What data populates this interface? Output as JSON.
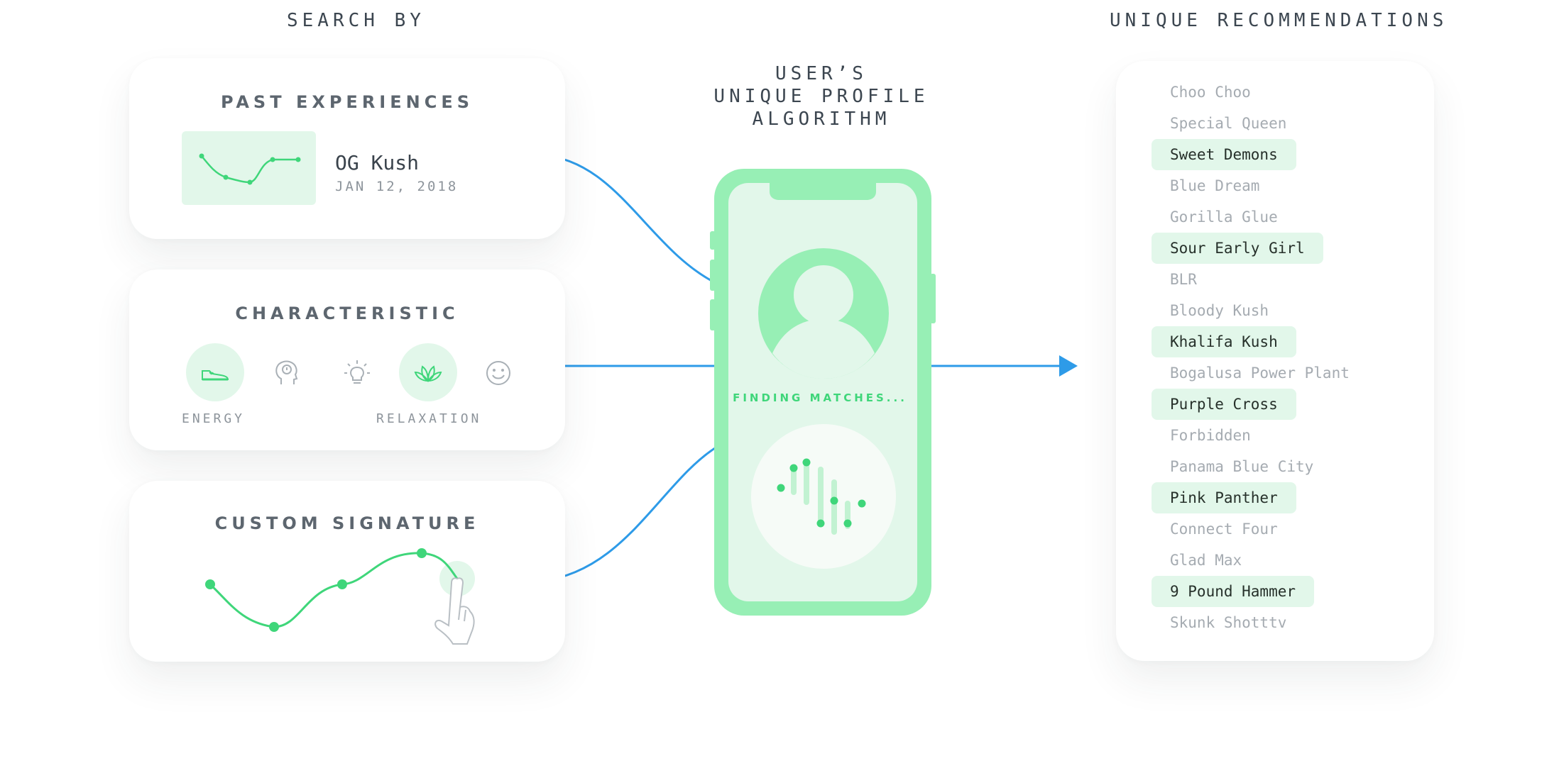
{
  "headings": {
    "search_by": "SEARCH BY",
    "recommendations": "UNIQUE RECOMMENDATIONS",
    "profile_lines": [
      "USER’S",
      "UNIQUE PROFILE",
      "ALGORITHM"
    ]
  },
  "cards": {
    "past_experiences": {
      "title": "PAST EXPERIENCES",
      "strain_name": "OG Kush",
      "date": "JAN 12, 2018"
    },
    "characteristic": {
      "title": "CHARACTERISTIC",
      "icons": [
        {
          "icon": "sneaker-icon",
          "label": "ENERGY",
          "selected": true
        },
        {
          "icon": "head-thought-icon",
          "label": "",
          "selected": false
        },
        {
          "icon": "lightbulb-icon",
          "label": "",
          "selected": false
        },
        {
          "icon": "lotus-icon",
          "label": "RELAXATION",
          "selected": true
        },
        {
          "icon": "smiley-icon",
          "label": "",
          "selected": false
        }
      ]
    },
    "custom_signature": {
      "title": "CUSTOM SIGNATURE"
    }
  },
  "phone": {
    "status": "FINDING MATCHES..."
  },
  "recommendations": [
    {
      "name": "Choo Choo",
      "highlighted": false
    },
    {
      "name": "Special Queen",
      "highlighted": false
    },
    {
      "name": "Sweet Demons",
      "highlighted": true
    },
    {
      "name": "Blue Dream",
      "highlighted": false
    },
    {
      "name": "Gorilla Glue",
      "highlighted": false
    },
    {
      "name": "Sour Early Girl",
      "highlighted": true
    },
    {
      "name": "BLR",
      "highlighted": false
    },
    {
      "name": "Bloody Kush",
      "highlighted": false
    },
    {
      "name": "Khalifa Kush",
      "highlighted": true
    },
    {
      "name": "Bogalusa Power Plant",
      "highlighted": false
    },
    {
      "name": "Purple Cross",
      "highlighted": true
    },
    {
      "name": "Forbidden",
      "highlighted": false
    },
    {
      "name": "Panama Blue City",
      "highlighted": false
    },
    {
      "name": "Pink Panther",
      "highlighted": true
    },
    {
      "name": "Connect Four",
      "highlighted": false
    },
    {
      "name": "Glad Max",
      "highlighted": false
    },
    {
      "name": "9 Pound Hammer",
      "highlighted": true
    },
    {
      "name": "Skunk Shotttv",
      "highlighted": false
    }
  ],
  "colors": {
    "accent_green": "#3fd67a",
    "light_green": "#e2f7ea",
    "phone_green": "#97efb5",
    "connector_blue": "#2e9be8",
    "text_dark": "#3c4650",
    "text_muted": "#a5abb1"
  }
}
